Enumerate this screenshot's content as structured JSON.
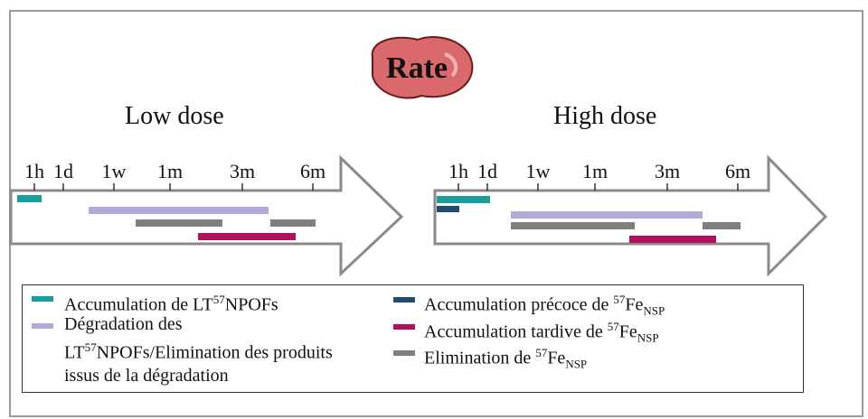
{
  "organ": {
    "label": "Rate",
    "color": "#d9696c"
  },
  "panels": [
    {
      "title": "Low dose",
      "ticks": [
        "1h",
        "1d",
        "1w",
        "1m",
        "3m",
        "6m"
      ]
    },
    {
      "title": "High dose",
      "ticks": [
        "1h",
        "1d",
        "1w",
        "1m",
        "3m",
        "6m"
      ]
    }
  ],
  "legend": {
    "items": [
      {
        "key": "acc_lt",
        "color": "#189e9b",
        "text": "Accumulation de LT",
        "sup": "57",
        "text2": "NPOFs"
      },
      {
        "key": "degr",
        "color": "#b3a8d8",
        "lines": [
          "Dégradation des",
          "LT",
          "57",
          "NPOFs/Elimination des produits",
          "issus de la dégradation"
        ]
      },
      {
        "key": "acc_early",
        "color": "#1f4e6e",
        "text": "Accumulation précoce de ",
        "sup": "57",
        "text2": "Fe",
        "sub": "NSP"
      },
      {
        "key": "acc_late",
        "color": "#b0105e",
        "text": "Accumulation tardive de ",
        "sup": "57",
        "text2": "Fe",
        "sub": "NSP"
      },
      {
        "key": "elim",
        "color": "#7f7f7f",
        "text": "Elimination de ",
        "sup": "57",
        "text2": "Fe",
        "sub": "NSP"
      }
    ]
  },
  "colors": {
    "acc_lt": "#189e9b",
    "degr": "#b3a8d8",
    "acc_early": "#1f4e6e",
    "acc_late": "#b0105e",
    "elim": "#7f7f7f",
    "arrow_stroke": "#8a8a8a"
  }
}
